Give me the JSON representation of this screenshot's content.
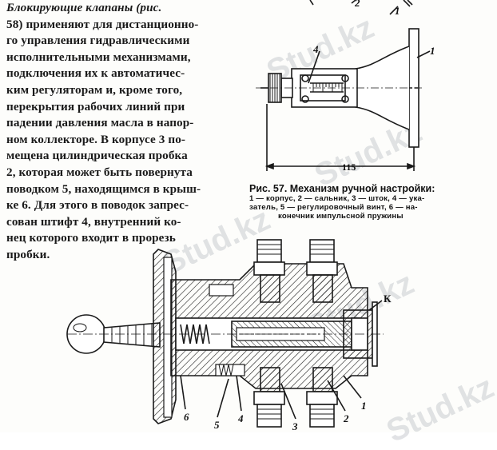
{
  "text_lines": [
    "Блокирующие клапаны (рис.",
    "58) применяют для дистанционно-",
    "го управления   гидравлическими",
    "исполнительными  механизмами,",
    "подключения  их к  автоматичес-",
    "ким регуляторам и,   кроме того,",
    "перекрытия рабочих  линий  при",
    "падении давления масла в напор-",
    "ном коллекторе. В корпусе 3 по-",
    "мещена цилиндрическая   пробка",
    "2, которая может быть повернута",
    "поводком 5, находящимся в крыш-",
    "ке 6. Для этого в поводок запрес-",
    "сован   штифт 4, внутренний  ко-",
    "нец которого входит в прорезь",
    "пробки."
  ],
  "figure57": {
    "dimension": "115",
    "labels": [
      "1",
      "4",
      "1",
      "2"
    ],
    "caption_title": "Рис. 57. Механизм ручной настройки:",
    "caption_body": [
      "1 — корпус, 2 — сальник, 3 — шток, 4 — ука-",
      "затель, 5 — регулировочный винт, 6 — на-",
      "конечник импульсной пружины"
    ]
  },
  "figure58": {
    "labels": [
      "К",
      "6",
      "5",
      "4",
      "3",
      "2",
      "1"
    ]
  },
  "watermark": "Stud.kz",
  "colors": {
    "ink": "#1a1a1a",
    "paper": "#fdfdfb",
    "watermark": "#c9ccd0"
  }
}
